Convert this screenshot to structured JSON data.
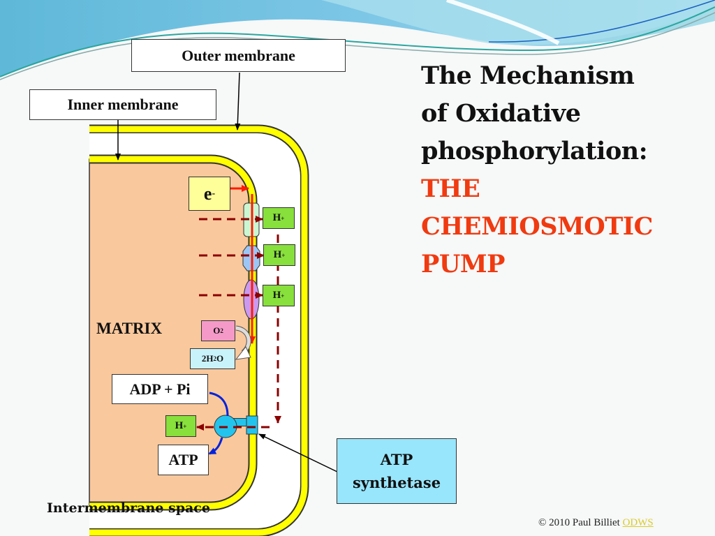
{
  "slide": {
    "title_lines": [
      "The Mechanism",
      "of Oxidative",
      "phosphorylation:"
    ],
    "subtitle_lines": [
      "THE",
      "CHEMIOSMOTIC",
      "PUMP"
    ],
    "copyright_text": "© 2010 Paul Billiet",
    "copyright_link": "ODWS"
  },
  "diagram": {
    "labels": {
      "outer_membrane": "Outer membrane",
      "inner_membrane": "Inner membrane",
      "matrix": "MATRIX",
      "intermembrane_space": "Intermembrane space",
      "electron": "e",
      "electron_sup": "-",
      "proton": "H",
      "proton_sup": "+",
      "oxygen": "O",
      "oxygen_sub": "2",
      "water_pre": "2H",
      "water_sub": "2",
      "water_post": "O",
      "adp": "ADP + Pi",
      "atp": "ATP",
      "atp_synthetase_line1": "ATP",
      "atp_synthetase_line2": "synthetase"
    },
    "colors": {
      "matrix": "#f9c89c",
      "membrane": "#ffff00",
      "electron_box": "#ffff99",
      "proton_box": "#88e03c",
      "oxygen_box": "#f59ac8",
      "water_box": "#c9f3fb",
      "atp_synthetase_box": "#98e6fc",
      "complex1": "#ccf5d2",
      "complex2": "#9dc6f5",
      "complex3": "#cc99ee",
      "synthase": "#22c4ee",
      "electron_flow": "#ff1a00",
      "proton_flow": "#8b0000",
      "atp_flow": "#0022dd",
      "subtitle": "#f03a10"
    }
  }
}
